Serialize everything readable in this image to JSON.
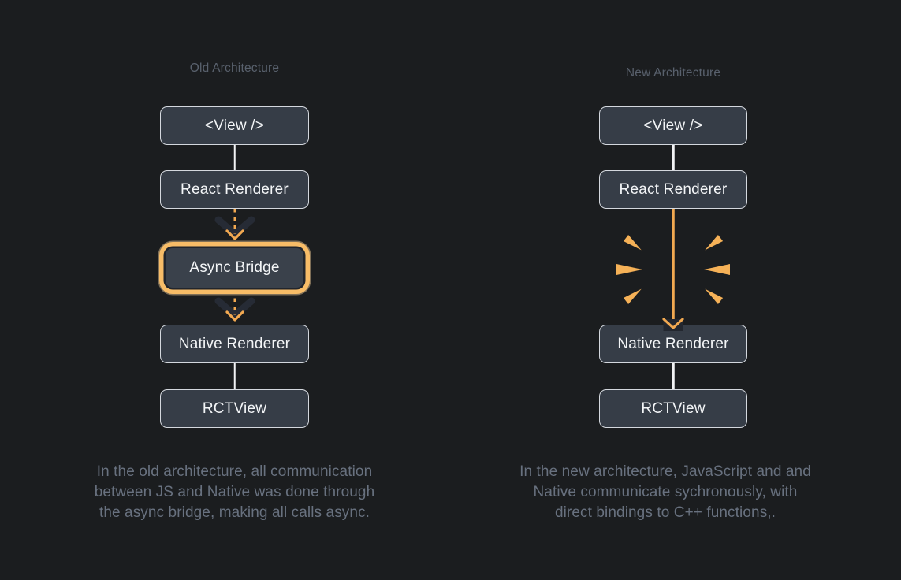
{
  "colors": {
    "background": "#1b1d1f",
    "node_fill": "#363d47",
    "node_border": "#d4d8de",
    "node_text": "#f3f5f7",
    "title_text": "#59616d",
    "caption_text": "#68717f",
    "accent_orange": "#f2a951",
    "highlight_ring": "#f7bc67",
    "dark_chevron": "#262b35",
    "connector_white": "#f2f3f5"
  },
  "old": {
    "title": "Old Architecture",
    "nodes": {
      "view": "<View />",
      "react_renderer": "React Renderer",
      "async_bridge": "Async Bridge",
      "native_renderer": "Native Renderer",
      "rctview": "RCTView"
    },
    "caption_lines": [
      "In the old architecture, all communication",
      "between JS and Native was done through",
      "the async bridge, making all calls async."
    ]
  },
  "new": {
    "title": "New Architecture",
    "nodes": {
      "view": "<View />",
      "react_renderer": "React Renderer",
      "native_renderer": "Native Renderer",
      "rctview": "RCTView"
    },
    "caption_lines": [
      "In the new architecture, JavaScript and and",
      "Native communicate sychronously, with",
      "direct bindings to C++ functions,."
    ]
  }
}
